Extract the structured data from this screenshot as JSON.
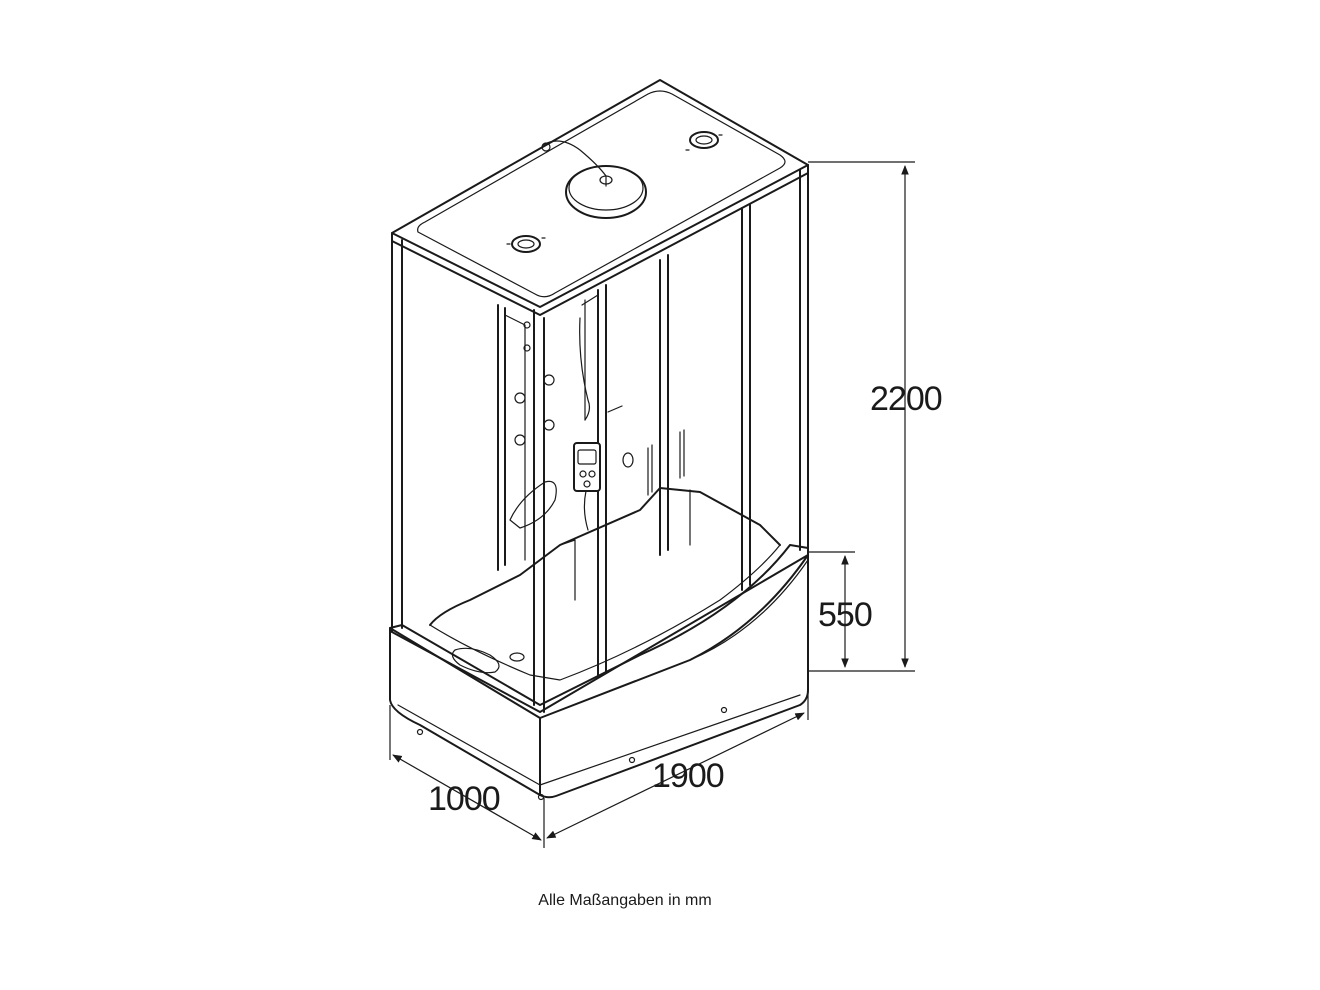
{
  "dimensions": {
    "height": "2200",
    "tray_height": "550",
    "width": "1900",
    "depth": "1000"
  },
  "footnote": "Alle Maßangaben in mm"
}
